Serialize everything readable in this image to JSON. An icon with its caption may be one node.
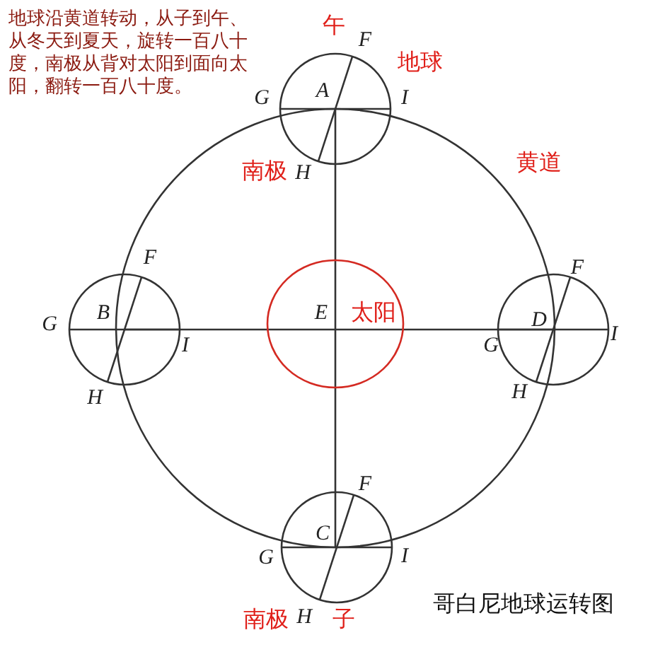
{
  "diagram": {
    "caption": "哥白尼地球运转图",
    "nodes": [
      {
        "text": [
          "A"
        ],
        "beside": [
          "F",
          "G",
          "I",
          "H"
        ]
      },
      {
        "text": [
          "B"
        ],
        "beside": [
          "F",
          "G",
          "I",
          "H"
        ]
      },
      {
        "text": [
          "E",
          "太阳"
        ]
      },
      {
        "text": [
          "D"
        ],
        "beside": [
          "F",
          "G",
          "I",
          "H"
        ]
      },
      {
        "text": [
          "C"
        ],
        "beside": [
          "F",
          "G",
          "I",
          "H"
        ]
      }
    ],
    "labels": [
      "地球沿黄道转动，从子到午、从冬天到夏天，旋转一百八十度，南极从背对太阳到面向太阳，翻转一百八十度。",
      "午",
      "地球",
      "南极",
      "黄道",
      "南极",
      "子"
    ]
  }
}
